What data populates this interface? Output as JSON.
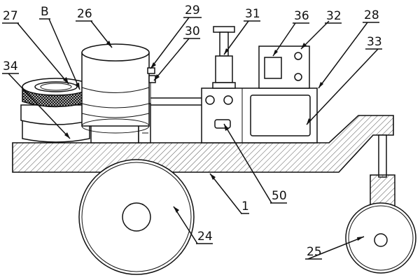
{
  "labels": {
    "l27": "27",
    "lB": "B",
    "l26": "26",
    "l29": "29",
    "l31": "31",
    "l36": "36",
    "l32": "32",
    "l28": "28",
    "l30": "30",
    "l33": "33",
    "l34": "34",
    "l50": "50",
    "l1": "1",
    "l24": "24",
    "l25": "25"
  },
  "colors": {
    "line": "#111111",
    "hatch": "#555555",
    "background": "#ffffff"
  }
}
